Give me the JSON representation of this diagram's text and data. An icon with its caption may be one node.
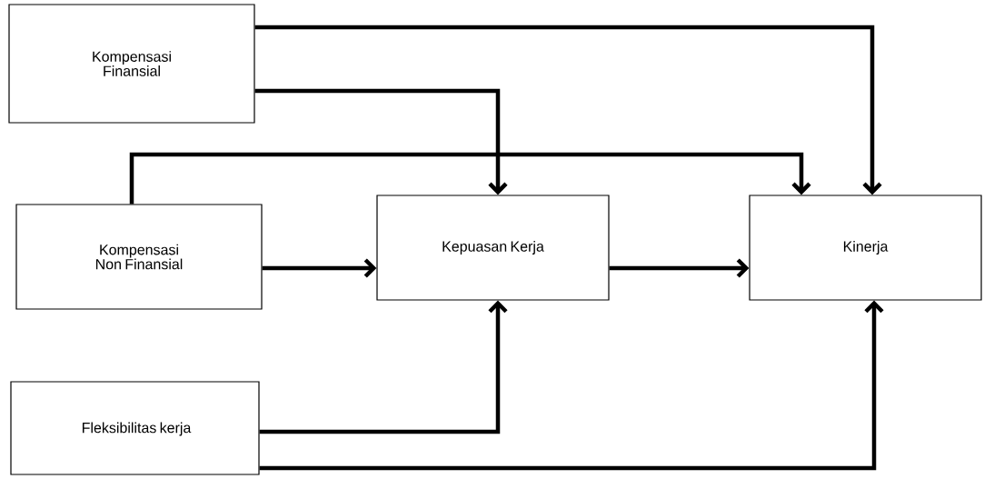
{
  "diagram": {
    "nodes": [
      {
        "text": [
          "Kompensasi Finansial"
        ]
      },
      {
        "text": [
          "Kompensasi Non Finansial"
        ]
      },
      {
        "text": [
          "Kepuasan Kerja"
        ]
      },
      {
        "text": [
          "Kinerja"
        ]
      },
      {
        "text": [
          "Fleksibilitas kerja"
        ]
      }
    ],
    "edges": [
      {
        "from": 0,
        "to": 3,
        "arrow": "to"
      },
      {
        "from": 0,
        "to": 2,
        "arrow": "to"
      },
      {
        "from": 1,
        "to": 3,
        "arrow": "to"
      },
      {
        "from": 1,
        "to": 2,
        "arrow": "to"
      },
      {
        "from": 2,
        "to": 3,
        "arrow": "to"
      },
      {
        "from": 4,
        "to": 2,
        "arrow": "to"
      },
      {
        "from": 4,
        "to": 3,
        "arrow": "to"
      }
    ]
  }
}
